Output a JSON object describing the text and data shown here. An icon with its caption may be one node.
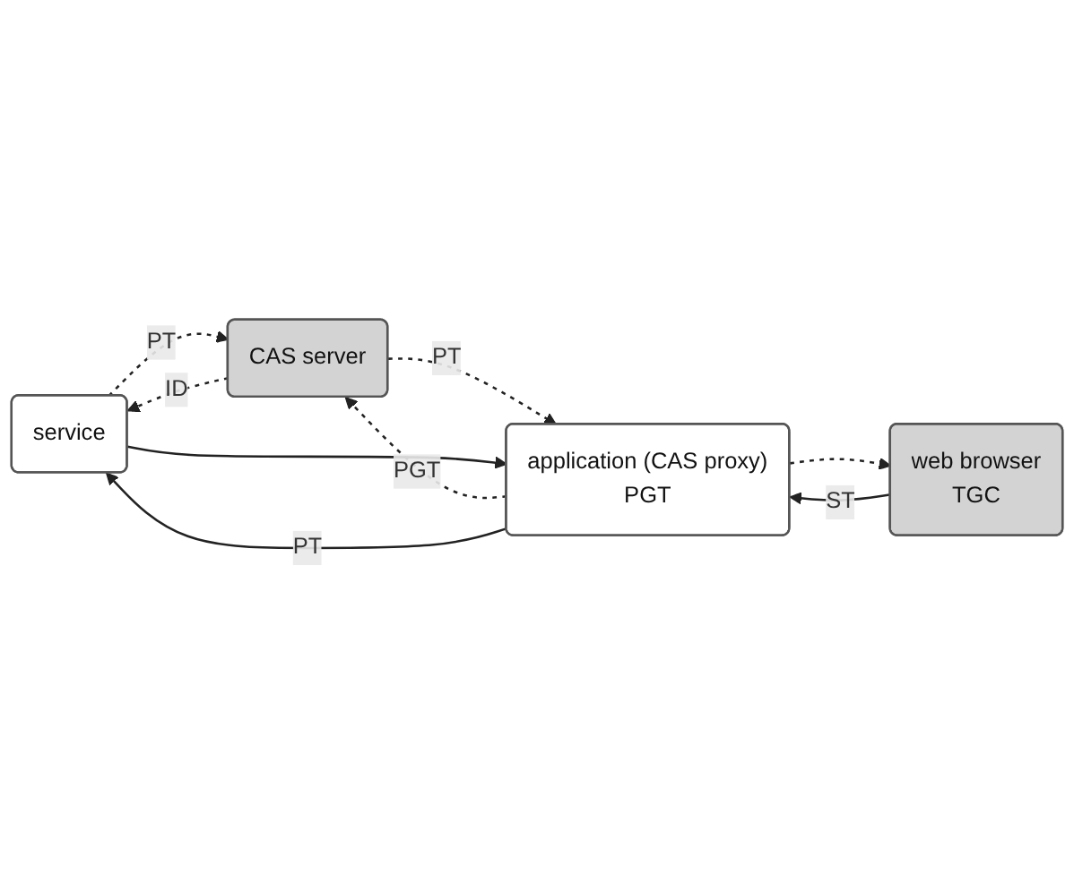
{
  "diagram": {
    "nodes": [
      {
        "text": [
          "service"
        ]
      },
      {
        "text": [
          "CAS server"
        ]
      },
      {
        "text": [
          "application (CAS proxy)",
          "PGT"
        ]
      },
      {
        "text": [
          "web browser",
          "TGC"
        ]
      }
    ],
    "edges": [
      {
        "from": 3,
        "to": 2,
        "arrow": "to",
        "label": "ST"
      },
      {
        "from": 2,
        "to": 3,
        "arrow": "to",
        "style": "dashed"
      },
      {
        "from": 2,
        "to": 1,
        "arrow": "to",
        "style": "dashed",
        "label": "PGT"
      },
      {
        "from": 1,
        "to": 2,
        "arrow": "to",
        "style": "dashed",
        "label": "PT"
      },
      {
        "from": 0,
        "to": 1,
        "arrow": "to",
        "style": "dashed",
        "label": "PT"
      },
      {
        "from": 1,
        "to": 0,
        "arrow": "to",
        "style": "dashed",
        "label": "ID"
      },
      {
        "from": 2,
        "to": 0,
        "arrow": "to",
        "label": "PT"
      },
      {
        "from": 0,
        "to": 2,
        "arrow": "to"
      }
    ]
  }
}
